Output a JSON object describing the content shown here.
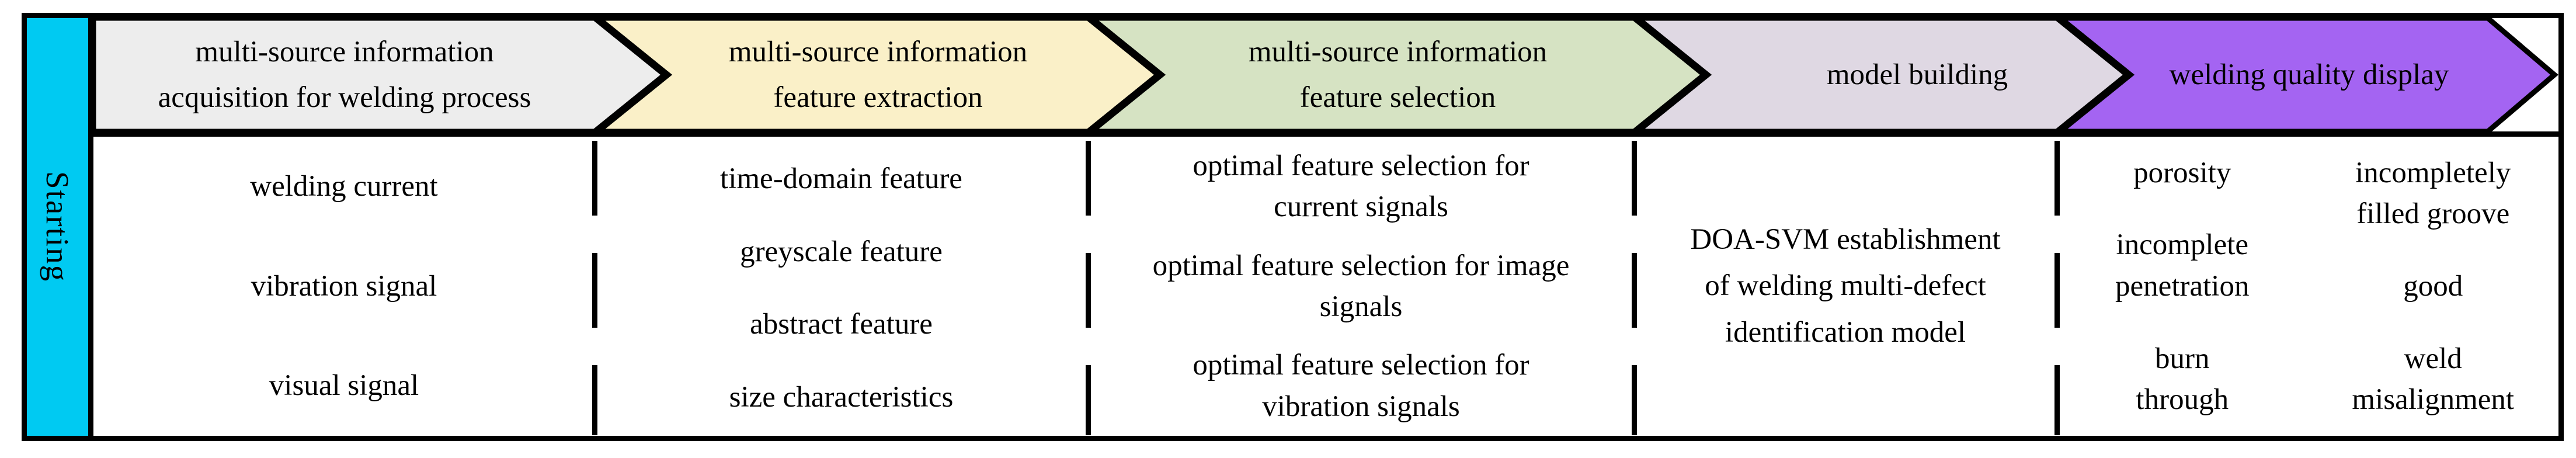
{
  "starting": {
    "label": "Starting",
    "color": "#00CAF2"
  },
  "line_color": "#000000",
  "steps": [
    {
      "label": "multi-source information\nacquisition for welding process",
      "color": "#EDEDED",
      "items": [
        "welding current",
        "vibration signal",
        "visual signal"
      ]
    },
    {
      "label": "multi-source information\nfeature extraction",
      "color": "#FAF0C8",
      "items": [
        "time-domain feature",
        "greyscale feature",
        "abstract feature",
        "size characteristics"
      ]
    },
    {
      "label": "multi-source information\nfeature selection",
      "color": "#D6E3C3",
      "items": [
        "optimal feature selection for\ncurrent signals",
        "optimal feature selection for image\nsignals",
        "optimal feature selection for\nvibration signals"
      ]
    },
    {
      "label": "model building",
      "color": "#DFD8E3",
      "items": [
        "DOA-SVM establishment\nof welding multi-defect\nidentification model"
      ]
    },
    {
      "label": "welding quality display",
      "color": "#A464F2",
      "items_left": [
        "porosity",
        "incomplete\npenetration",
        "burn\nthrough"
      ],
      "items_right": [
        "incompletely\nfilled groove",
        "good",
        "weld\nmisalignment"
      ]
    }
  ]
}
